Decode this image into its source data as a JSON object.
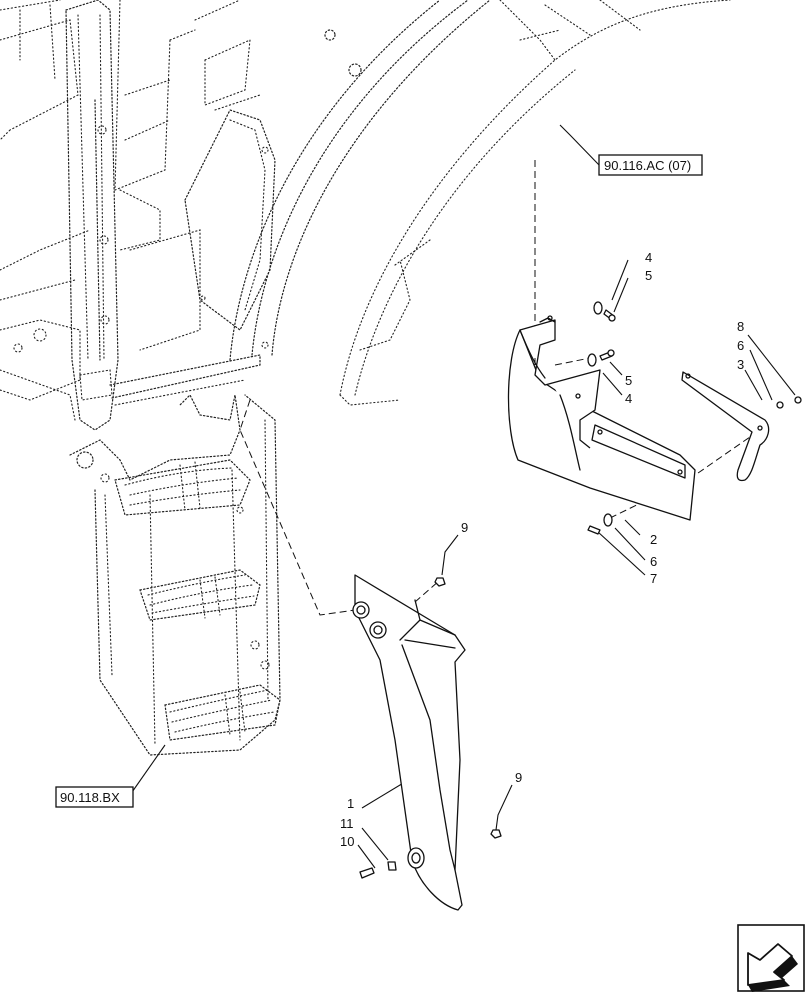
{
  "references": {
    "top": "90.116.AC (07)",
    "left": "90.118.BX"
  },
  "callouts": {
    "c4a": "4",
    "c5a": "5",
    "c5b": "5",
    "c4b": "4",
    "c8": "8",
    "c6a": "6",
    "c3": "3",
    "c2": "2",
    "c6b": "6",
    "c7": "7",
    "c9a": "9",
    "c9b": "9",
    "c1": "1",
    "c11": "11",
    "c10": "10"
  },
  "nav_icon": "arrow-icon"
}
